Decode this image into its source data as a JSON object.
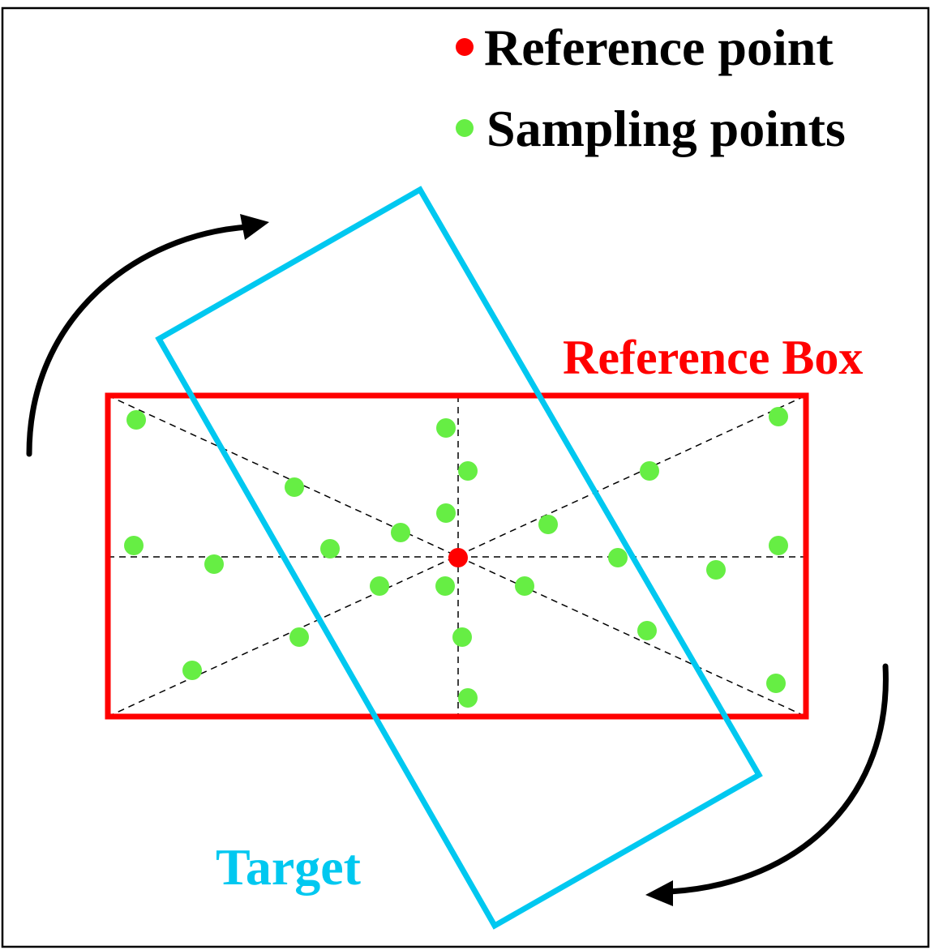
{
  "legend": {
    "reference_point_label": "Reference point",
    "sampling_points_label": "Sampling points"
  },
  "labels": {
    "reference_box": "Reference Box",
    "target": "Target"
  },
  "colors": {
    "reference": "#ff0000",
    "sampling": "#66ee44",
    "target": "#00c8f0",
    "arrow": "#000000",
    "frame": "#000000",
    "guide": "#000000",
    "text": "#000000"
  }
}
